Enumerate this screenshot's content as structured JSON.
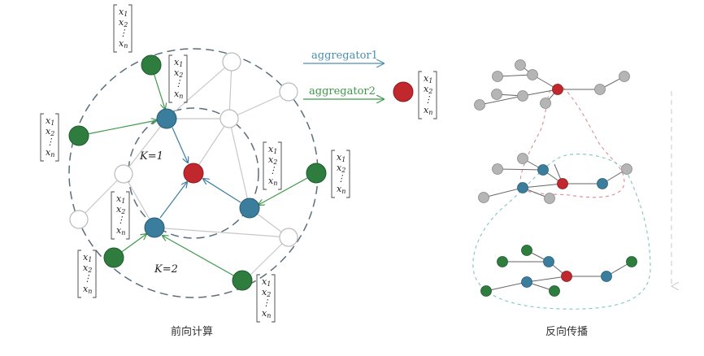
{
  "labels": {
    "k1": "K=1",
    "k2": "K=2",
    "aggregator1": "aggregator1",
    "aggregator2": "aggregator2",
    "forward_caption": "前向计算",
    "backward_caption": "反向传播"
  },
  "vector": {
    "x1": "x",
    "x1_sub": "1",
    "x2": "x",
    "x2_sub": "2",
    "dots": "⋮",
    "xn": "x",
    "xn_sub": "n"
  },
  "colors": {
    "target": "#c0282d",
    "hop1": "#3a7d9c",
    "hop2": "#2f7d3e",
    "other": "#bdbdbd",
    "aggregator1": "#4a8fb0",
    "aggregator2": "#3d9a4a",
    "dash_outer": "#5a6f7a",
    "dash_red": "#e08a95",
    "dash_teal": "#7cc7c0"
  }
}
